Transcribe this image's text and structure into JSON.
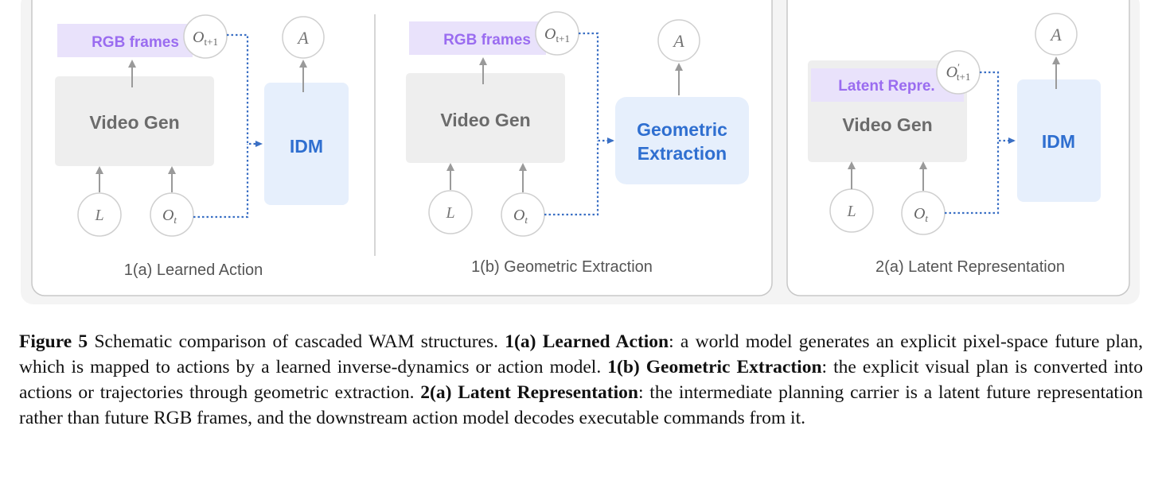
{
  "panels": [
    {
      "title": "1(a) Learned Action",
      "output_label": "RGB frames",
      "generator": "Video Gen",
      "action_model": "IDM",
      "action": "A",
      "future_obs": {
        "base": "O",
        "sub": "t+1",
        "prime": ""
      },
      "input_lang": "L",
      "input_obs": {
        "base": "O",
        "sub": "t"
      }
    },
    {
      "title": "1(b) Geometric Extraction",
      "output_label": "RGB frames",
      "generator": "Video Gen",
      "action_model_line1": "Geometric",
      "action_model_line2": "Extraction",
      "action": "A",
      "future_obs": {
        "base": "O",
        "sub": "t+1",
        "prime": ""
      },
      "input_lang": "L",
      "input_obs": {
        "base": "O",
        "sub": "t"
      }
    },
    {
      "title": "2(a) Latent Representation",
      "output_label": "Latent Repre.",
      "generator": "Video Gen",
      "action_model": "IDM",
      "action": "A",
      "future_obs": {
        "base": "O",
        "sub": "t+1",
        "prime": "′"
      },
      "input_lang": "L",
      "input_obs": {
        "base": "O",
        "sub": "t"
      }
    }
  ],
  "caption": {
    "figure_label": "Figure 5",
    "intro": " Schematic comparison of cascaded WAM structures. ",
    "term1": "1(a) Learned Action",
    "desc1": ": a world model generates an explicit pixel-space future plan, which is mapped to actions by a learned inverse-dynamics or action model. ",
    "term2": "1(b) Geometric Extraction",
    "desc2": ": the explicit visual plan is converted into actions or trajectories through geometric extraction. ",
    "term3": "2(a) Latent Representation",
    "desc3": ": the intermediate planning carrier is a latent future representation rather than future RGB frames, and the downstream action model decodes executable commands from it."
  },
  "colors": {
    "panel_bg": "#f4f4f4",
    "panel_border": "#c8c8c8",
    "gen_box": "#eeeeee",
    "gen_text": "#6b6b6b",
    "output_box": "#e9e2fb",
    "output_text": "#9a6cf0",
    "action_box": "#e6effc",
    "action_text": "#2f6fd0",
    "dotted_line": "#3a6fc4",
    "arrow": "#9a9a9a"
  }
}
